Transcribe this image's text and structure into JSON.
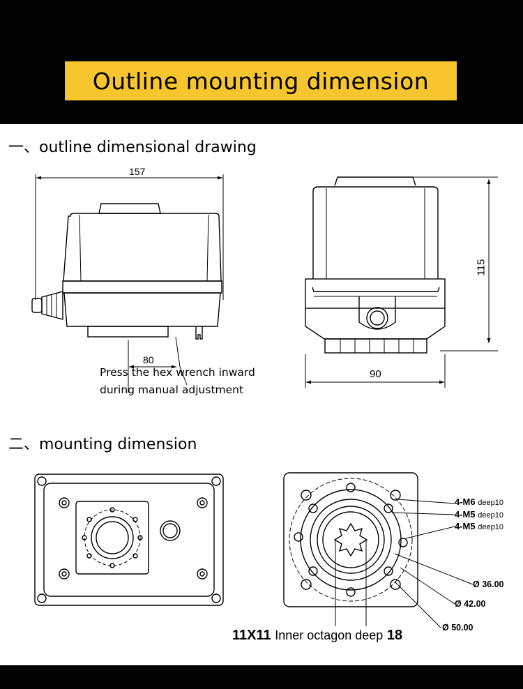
{
  "title": "Outline mounting dimension",
  "section1": {
    "heading": "一、outline dimensional drawing",
    "dim_width": "157",
    "dim_offset": "80",
    "note_line1": "Press the hex wrench inward",
    "note_line2": "during manual adjustment",
    "dim_height": "115",
    "dim_depth": "90"
  },
  "section2": {
    "heading": "二、mounting dimension",
    "thread_1": "4-M6",
    "thread_1_depth": "deep10",
    "thread_2": "4-M5",
    "thread_2_depth": "deep10",
    "thread_3": "4-M5",
    "thread_3_depth": "deep10",
    "diam_1": "Ø 36.00",
    "diam_2": "Ø 42.00",
    "diam_3": "Ø 50.00",
    "octagon_size": "11X11",
    "octagon_text": "Inner octagon deep",
    "octagon_depth": "18"
  }
}
